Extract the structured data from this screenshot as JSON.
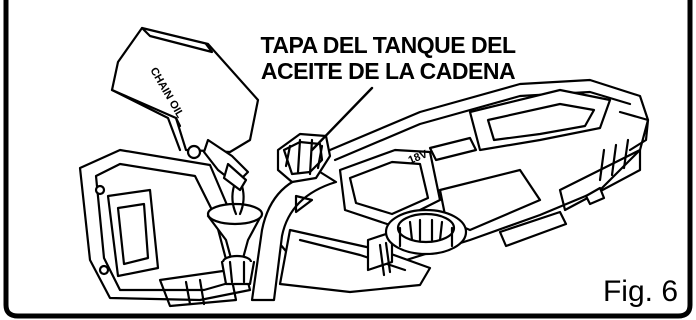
{
  "callout": {
    "line1": "TAPA DEL TANQUE DEL",
    "line2": "ACEITE DE LA CADENA"
  },
  "figure_label": "Fig. 6",
  "bottle_text": "CHAIN OIL",
  "tool_text": "18V",
  "colors": {
    "line": "#000000",
    "background": "#ffffff"
  }
}
